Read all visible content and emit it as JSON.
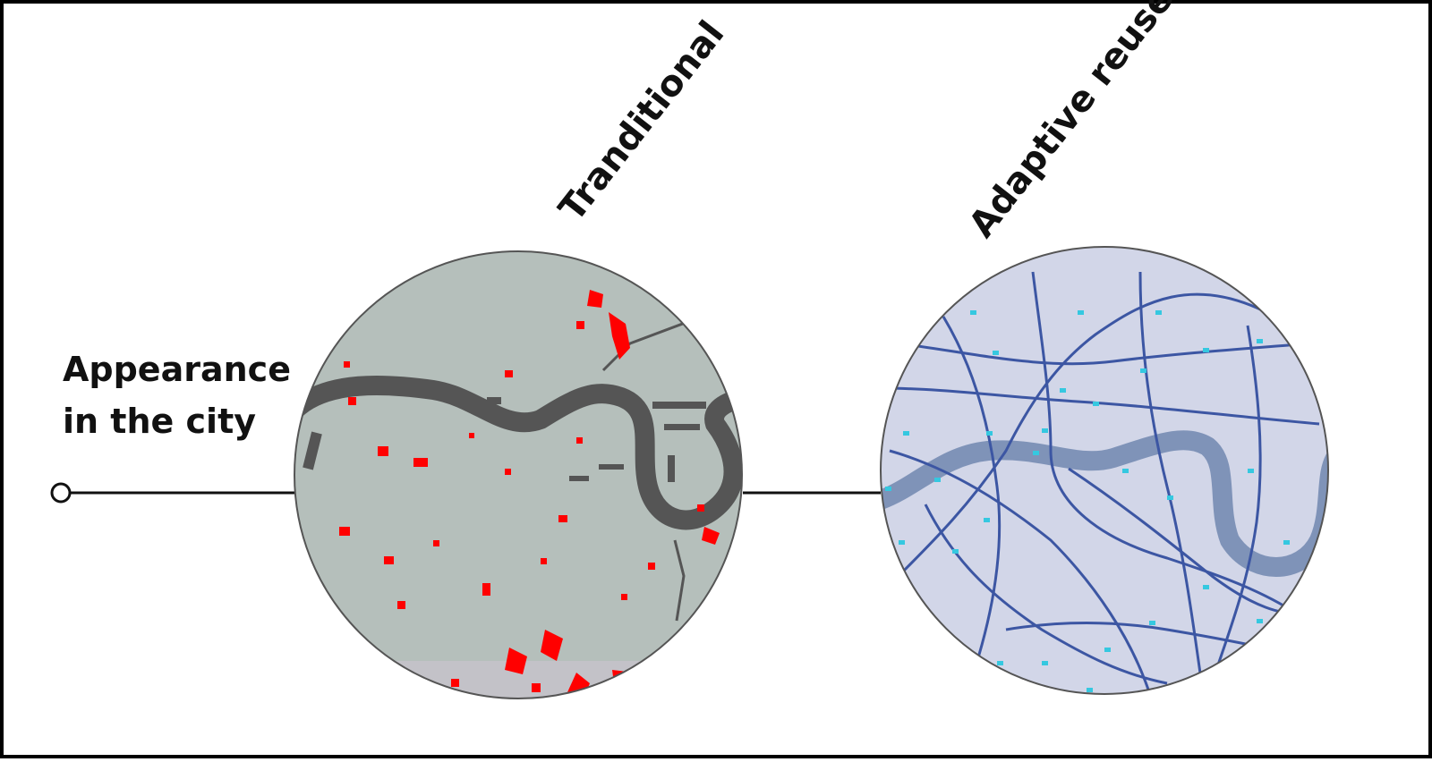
{
  "row_label": {
    "line1": "Appearance",
    "line2": "in the city"
  },
  "columns": [
    {
      "label": "Tranditional",
      "map": "red-buildings-river-map"
    },
    {
      "label": "Adaptive reuse",
      "map": "blue-network-river-map"
    }
  ],
  "colors": {
    "frame": "#000000",
    "traditional_bg": "#b5bfbb",
    "traditional_river": "#555555",
    "traditional_highlight": "#ff0000",
    "adaptive_bg": "#d2d6e8",
    "adaptive_river": "#7f93b8",
    "adaptive_roads": "#3c56a3",
    "adaptive_nodes": "#35c8e0"
  }
}
